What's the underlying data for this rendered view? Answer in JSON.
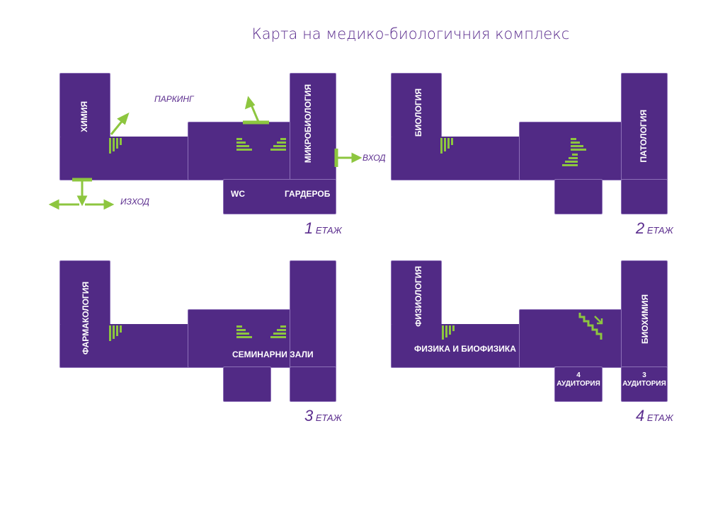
{
  "title": "Карта на медико-биологичния комплекс",
  "floors": [
    {
      "number": "1",
      "suffix": "ЕТАЖ",
      "rooms": {
        "left": "ХИМИЯ",
        "right": "МИКРОБИОЛОГИЯ",
        "wc": "WC",
        "cloak": "ГАРДЕРОБ"
      },
      "notes": {
        "parking": "ПАРКИНГ",
        "entrance": "ВХОД",
        "exit": "ИЗХОД"
      }
    },
    {
      "number": "2",
      "suffix": "ЕТАЖ",
      "rooms": {
        "left": "БИОЛОГИЯ",
        "right": "ПАТОЛОГИЯ"
      }
    },
    {
      "number": "3",
      "suffix": "ЕТАЖ",
      "rooms": {
        "left": "ФАРМАКОЛОГИЯ",
        "center": "СЕМИНАРНИ ЗАЛИ"
      }
    },
    {
      "number": "4",
      "suffix": "ЕТАЖ",
      "rooms": {
        "left": "ФИЗИОЛОГИЯ",
        "right": "БИОХИМИЯ",
        "center": "ФИЗИКА И БИОФИЗИКА",
        "aud4_num": "4",
        "aud4": "АУДИТОРИЯ",
        "aud3_num": "3",
        "aud3": "АУДИТОРИЯ"
      }
    }
  ],
  "colors": {
    "purple": "#512a85",
    "green": "#8dc63f"
  }
}
